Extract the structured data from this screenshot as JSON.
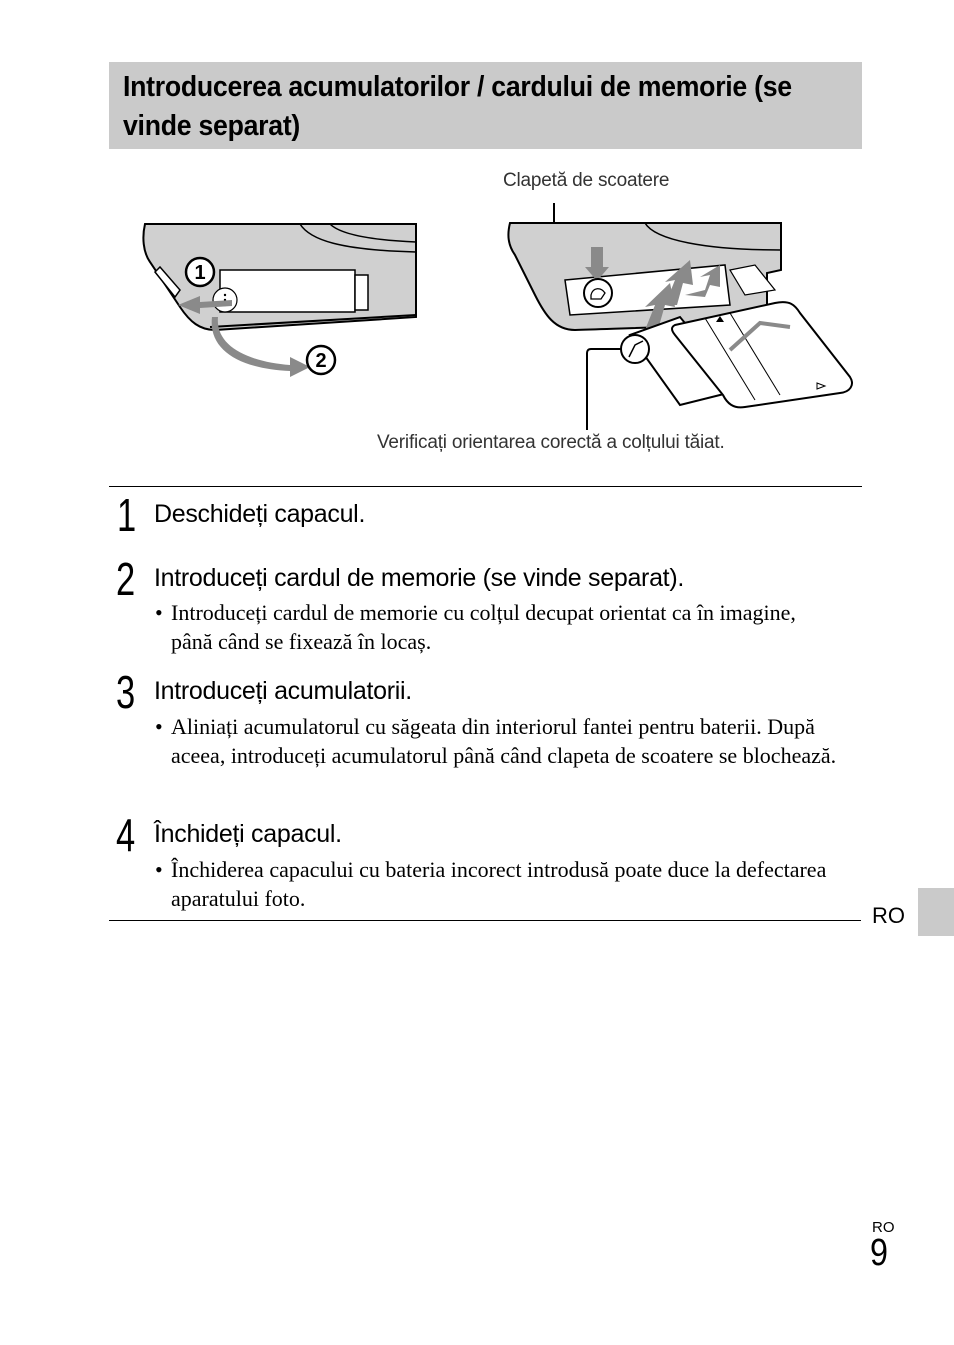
{
  "header": {
    "title": "Introducerea acumulatorilor / cardului de memorie (se vinde separat)"
  },
  "figures": {
    "left": {
      "markers": [
        "1",
        "2"
      ]
    },
    "right": {
      "top_label": "Clapetă de scoatere",
      "bottom_label": "Verificați orientarea corectă a colțului tăiat."
    }
  },
  "steps": [
    {
      "number": "1",
      "title": "Deschideți capacul.",
      "bullets": []
    },
    {
      "number": "2",
      "title": "Introduceți cardul de memorie (se vinde separat).",
      "bullets": [
        "Introduceți cardul de memorie cu colțul decupat orientat ca în imagine, până când se fixează în locaș."
      ]
    },
    {
      "number": "3",
      "title": "Introduceți acumulatorii.",
      "bullets": [
        "Aliniați acumulatorul cu săgeata din interiorul fantei pentru baterii. După aceea, introduceți acumulatorul până când clapeta de scoatere se blochează."
      ]
    },
    {
      "number": "4",
      "title": "Închideți capacul.",
      "bullets": [
        "Închiderea capacului cu bateria incorect introdusă poate duce la defectarea aparatului foto."
      ]
    }
  ],
  "bullet_symbol": "•",
  "side_tab": {
    "label": "RO"
  },
  "footer": {
    "lang": "RO",
    "page_number": "9"
  }
}
